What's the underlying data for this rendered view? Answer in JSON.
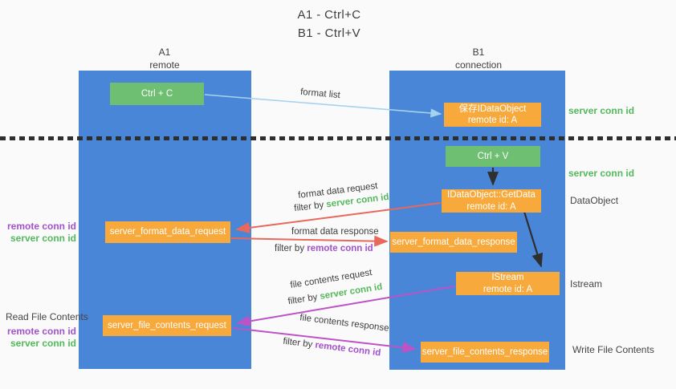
{
  "title": {
    "line1": "A1 - Ctrl+C",
    "line2": "B1 - Ctrl+V"
  },
  "lifelines": {
    "a1": {
      "name": "A1",
      "role": "remote"
    },
    "b1": {
      "name": "B1",
      "role": "connection"
    }
  },
  "nodes": {
    "ctrl_c": {
      "label": "Ctrl + C"
    },
    "ctrl_v": {
      "label": "Ctrl + V"
    },
    "save_idataobject": {
      "line1": "保存IDataObject",
      "line2": "remote id: A"
    },
    "idataobject_getdata": {
      "line1": "IDataObject::GetData",
      "line2": "remote id: A"
    },
    "istream": {
      "line1": "IStream",
      "line2": "remote id: A"
    },
    "server_format_data_request": {
      "label": "server_format_data_request"
    },
    "server_format_data_response": {
      "label": "server_format_data_response"
    },
    "server_file_contents_request": {
      "label": "server_file_contents_request"
    },
    "server_file_contents_response": {
      "label": "server_file_contents_response"
    }
  },
  "arrows": {
    "format_list": {
      "label": "format list"
    },
    "format_data_request": {
      "label": "format data request",
      "filter_prefix": "filter by",
      "filter_key": "server conn id"
    },
    "format_data_response": {
      "label": "format data response",
      "filter_prefix": "filter by",
      "filter_key": "remote conn id"
    },
    "file_contents_request": {
      "label": "file contents request",
      "filter_prefix": "filter by",
      "filter_key": "server conn id"
    },
    "file_contents_response": {
      "label": "file contents response",
      "filter_prefix": "filter by",
      "filter_key": "remote conn id"
    }
  },
  "side_labels": {
    "right_server_conn_id_top": "server conn id",
    "right_server_conn_id_mid": "server conn id",
    "dataobject": "DataObject",
    "istream": "Istream",
    "write_file_contents": "Write File Contents",
    "read_file_contents": "Read File Contents",
    "left_remote_conn_id_1": "remote conn id",
    "left_server_conn_id_1": "server conn id",
    "left_remote_conn_id_2": "remote conn id",
    "left_server_conn_id_2": "server conn id"
  },
  "colors": {
    "bg": "#fafafa",
    "lifeline_blue": "#4a86d8",
    "node_green": "#6fbf73",
    "node_orange": "#f7a93c",
    "text_dark": "#3d3d3d",
    "accent_green": "#53b95c",
    "accent_purple": "#a252cc",
    "arrow_red": "#e9685c",
    "arrow_magenta": "#bd53c6",
    "arrow_lightblue": "#a5d2ef",
    "arrow_black": "#2f2f2f",
    "divider_dark": "#2e2e2e"
  }
}
